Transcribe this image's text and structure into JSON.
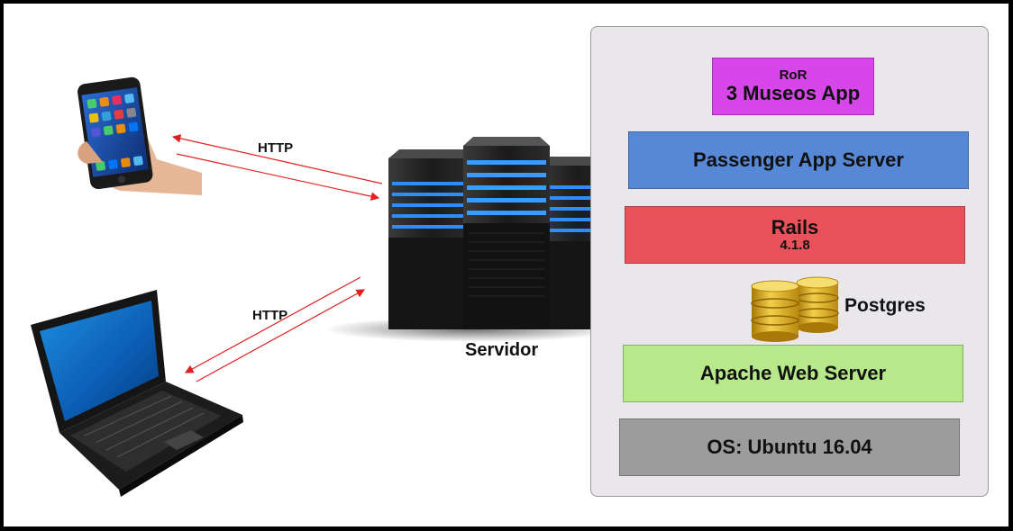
{
  "connections": [
    {
      "label": "HTTP"
    },
    {
      "label": "HTTP"
    }
  ],
  "server": {
    "label": "Servidor"
  },
  "stack": {
    "ror": {
      "line1": "RoR",
      "line2": "3 Museos App",
      "color": "#d646e8"
    },
    "passenger": {
      "label": "Passenger App Server",
      "color": "#5788d6"
    },
    "rails": {
      "label": "Rails",
      "version": "4.1.8",
      "color": "#e9525a"
    },
    "postgres": {
      "label": "Postgres",
      "color": "#d9aa1e"
    },
    "apache": {
      "label": "Apache Web Server",
      "color": "#b7e88a"
    },
    "os": {
      "label": "OS: Ubuntu 16.04",
      "color": "#9c9c9c"
    }
  },
  "icons": {
    "phone": "smartphone-icon",
    "laptop": "laptop-icon",
    "server": "server-rack-icon",
    "database": "database-icon"
  }
}
